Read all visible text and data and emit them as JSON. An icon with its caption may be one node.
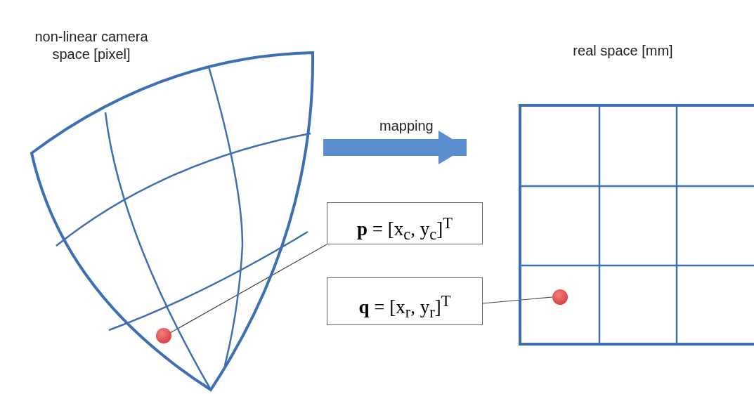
{
  "diagram": {
    "nodes": [
      {
        "text": [
          "non-linear camera space [pixel]"
        ]
      },
      {
        "text": [],
        "shape": "circle",
        "in": 0
      },
      {
        "text": [
          "real space [mm]"
        ]
      },
      {
        "text": [],
        "shape": "circle",
        "in": 2
      },
      {
        "text": [
          "**p** = [x$_{c}$, y$_{c}$]$^{T}$"
        ]
      },
      {
        "text": [
          "**q** = [x$_{r}$, y$_{r}$]$^{T}$"
        ]
      }
    ],
    "edges": [
      {
        "from": 0,
        "to": 2,
        "arrow": "to",
        "label": "mapping",
        "style": "thick",
        "color": "#5b8fd0"
      },
      {
        "from": 4,
        "to": 1,
        "arrow": "none"
      },
      {
        "from": 5,
        "to": 3,
        "arrow": "none"
      }
    ]
  }
}
